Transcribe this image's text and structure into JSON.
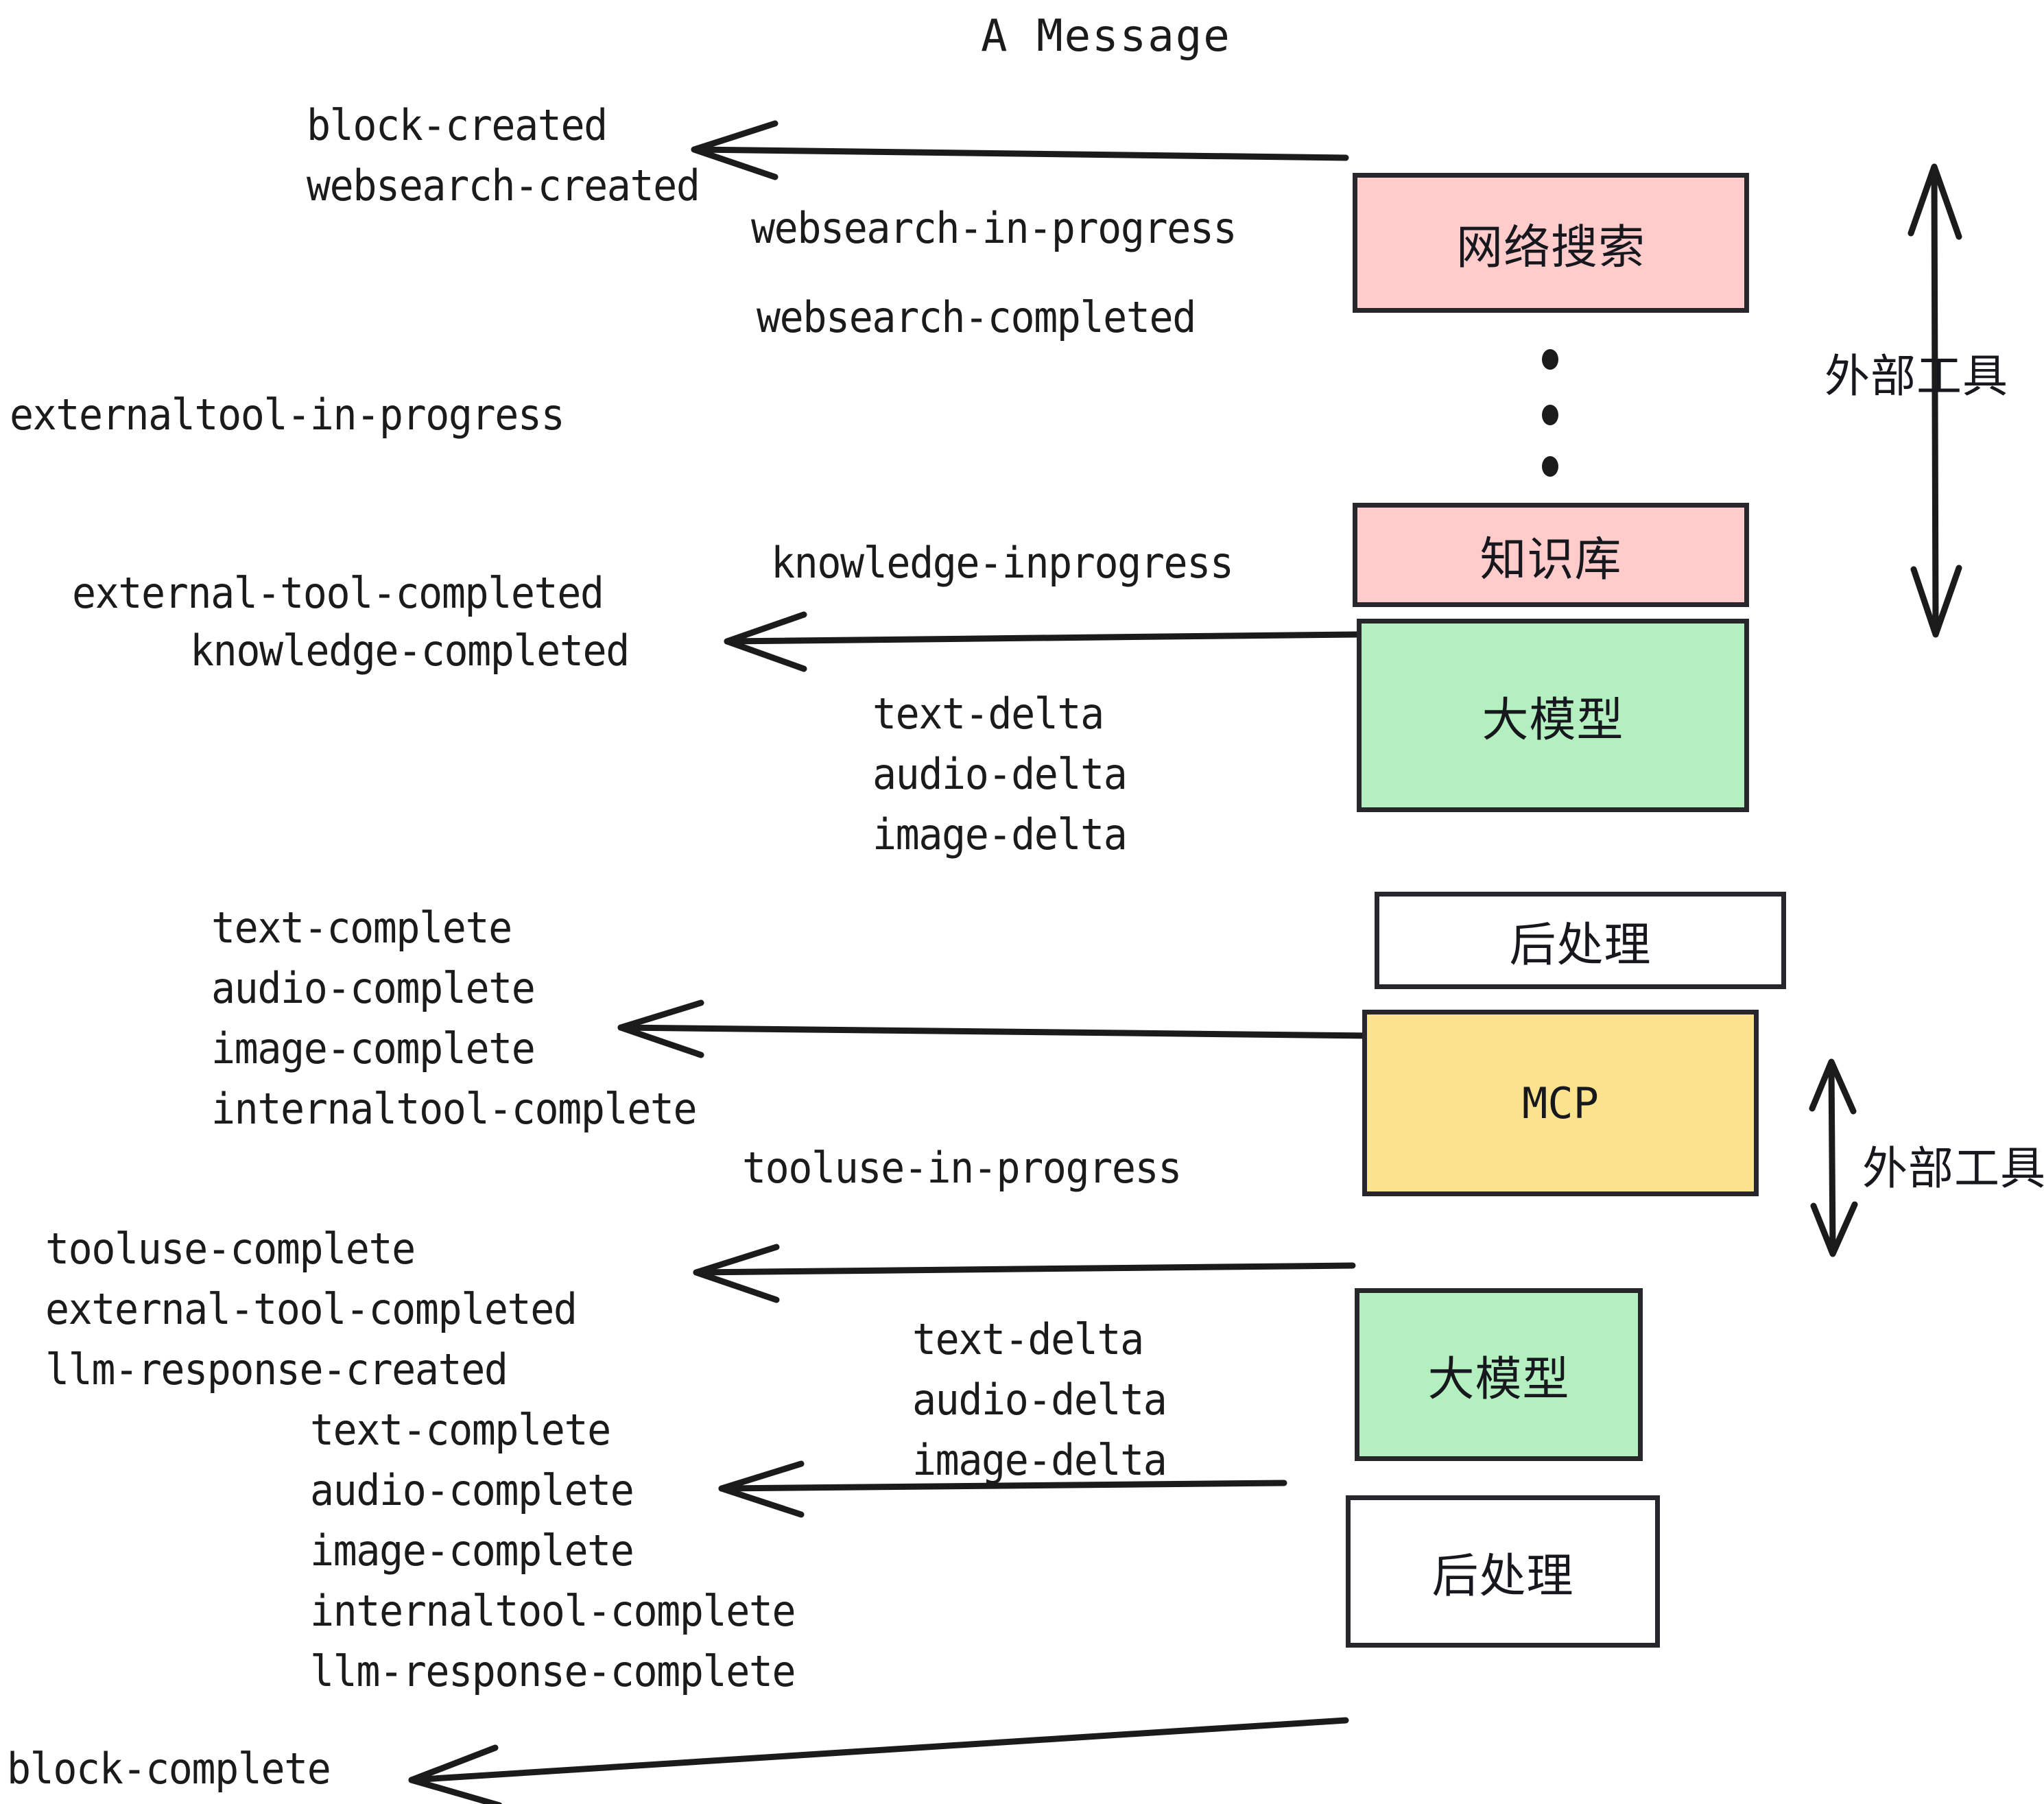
{
  "diagram": {
    "title": "A Message",
    "colors": {
      "external_tool_fill": "#FFCCCB",
      "llm_fill": "#B4EFC0",
      "mcp_fill": "#FBE38E",
      "postprocess_fill": "#FFFFFF",
      "stroke": "#26262b",
      "text": "#1b1b1b"
    },
    "nodes": [
      {
        "id": "websearch",
        "label": "网络搜索",
        "fill": "#FFCCCB",
        "mono": false
      },
      {
        "id": "knowledge",
        "label": "知识库",
        "fill": "#FFCCCB",
        "mono": false
      },
      {
        "id": "llm-1",
        "label": "大模型",
        "fill": "#B4EFC0",
        "mono": false
      },
      {
        "id": "postprocess-1",
        "label": "后处理",
        "fill": "#FFFFFF",
        "mono": false
      },
      {
        "id": "mcp",
        "label": "MCP",
        "fill": "#FBE38E",
        "mono": true
      },
      {
        "id": "llm-2",
        "label": "大模型",
        "fill": "#B4EFC0",
        "mono": false
      },
      {
        "id": "postprocess-2",
        "label": "后处理",
        "fill": "#FFFFFF",
        "mono": false
      }
    ],
    "group_labels": [
      {
        "id": "external-tool-top",
        "label": "外部工具"
      },
      {
        "id": "external-tool-bottom",
        "label": "外部工具"
      }
    ],
    "events": [
      {
        "id": "block-created",
        "text": "block-created"
      },
      {
        "id": "websearch-created",
        "text": "websearch-created"
      },
      {
        "id": "websearch-in-progress",
        "text": "websearch-in-progress"
      },
      {
        "id": "websearch-completed",
        "text": "websearch-completed"
      },
      {
        "id": "externaltool-in-progress",
        "text": "externaltool-in-progress"
      },
      {
        "id": "knowledge-inprogress",
        "text": "knowledge-inprogress"
      },
      {
        "id": "external-tool-completed-1",
        "text": "external-tool-completed"
      },
      {
        "id": "knowledge-completed",
        "text": "knowledge-completed"
      },
      {
        "id": "text-delta-1",
        "text": "text-delta"
      },
      {
        "id": "audio-delta-1",
        "text": "audio-delta"
      },
      {
        "id": "image-delta-1",
        "text": "image-delta"
      },
      {
        "id": "text-complete-1",
        "text": "text-complete"
      },
      {
        "id": "audio-complete-1",
        "text": "audio-complete"
      },
      {
        "id": "image-complete-1",
        "text": "image-complete"
      },
      {
        "id": "internaltool-complete-1",
        "text": "internaltool-complete"
      },
      {
        "id": "tooluse-in-progress",
        "text": "tooluse-in-progress"
      },
      {
        "id": "tooluse-complete",
        "text": "tooluse-complete"
      },
      {
        "id": "external-tool-completed-2",
        "text": "external-tool-completed"
      },
      {
        "id": "llm-response-created",
        "text": "llm-response-created"
      },
      {
        "id": "text-delta-2",
        "text": "text-delta"
      },
      {
        "id": "audio-delta-2",
        "text": "audio-delta"
      },
      {
        "id": "image-delta-2",
        "text": "image-delta"
      },
      {
        "id": "text-complete-2",
        "text": "text-complete"
      },
      {
        "id": "audio-complete-2",
        "text": "audio-complete"
      },
      {
        "id": "image-complete-2",
        "text": "image-complete"
      },
      {
        "id": "internaltool-complete-2",
        "text": "internaltool-complete"
      },
      {
        "id": "llm-response-complete",
        "text": "llm-response-complete"
      },
      {
        "id": "block-complete",
        "text": "block-complete"
      }
    ]
  }
}
